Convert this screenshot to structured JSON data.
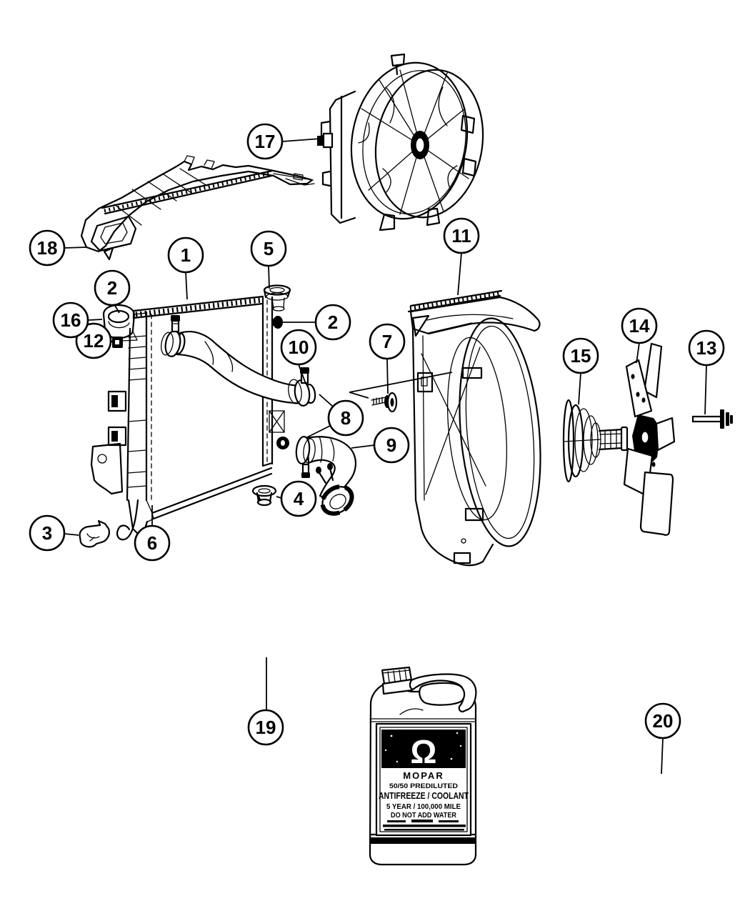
{
  "callouts": {
    "c1": "1",
    "c2": "2",
    "c3": "3",
    "c4": "4",
    "c5": "5",
    "c6": "6",
    "c7": "7",
    "c8": "8",
    "c9": "9",
    "c10": "10",
    "c11": "11",
    "c12": "12",
    "c13": "13",
    "c14": "14",
    "c15": "15",
    "c16": "16",
    "c17": "17",
    "c18": "18",
    "c19": "19",
    "c20": "20"
  },
  "jug": {
    "brand": "MOPAR",
    "logo_glyph": "Ω",
    "line1": "50/50 PREDILUTED",
    "line2": "ANTIFREEZE / COOLANT",
    "line3": "5 YEAR / 100,000 MILE",
    "line4": "DO NOT ADD WATER"
  },
  "colors": {
    "ink": "#000000",
    "paper": "#ffffff"
  }
}
